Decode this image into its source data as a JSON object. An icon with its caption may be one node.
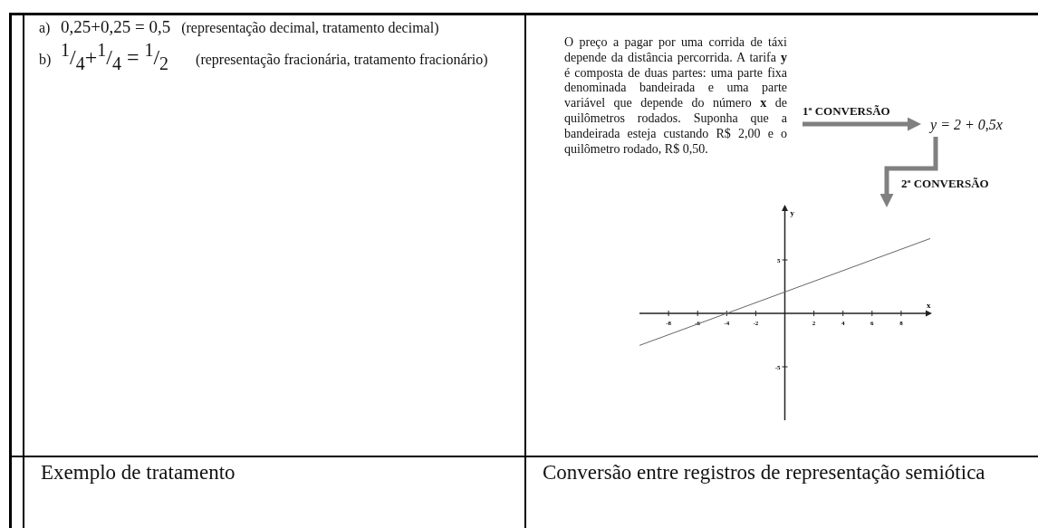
{
  "diagram": {
    "nodes": [
      {
        "text": [
          "O preço a pagar por uma corrida de táxi depende da distância percorrida. A tarifa **y** é composta de duas partes: uma parte fixa denominada bandeirada e uma parte variável que depende do número **x** de quilômetros rodados. Suponha que a bandeirada esteja custando R$ 2,00 e o quilômetro rodado, R$ 0,50."
        ]
      },
      {
        "text": [
          "y = 2 + 0,5x"
        ]
      },
      {
        "text": [],
        "shape": "picture"
      }
    ],
    "edges": [
      {
        "from": 0,
        "to": 1,
        "arrow": "to",
        "label": "1ª CONVERSÃO"
      },
      {
        "from": 1,
        "to": 2,
        "arrow": "to",
        "label": "2ª CONVERSÃO"
      }
    ],
    "labels": [
      "a)",
      "0,25+0,25 = 0,5",
      "(representação decimal, tratamento decimal)",
      "b)",
      "$^{1}$/$_{4}$+$^{1}$/$_{4}$ = $^{1}$/$_{2}$",
      "(representação fracionária, tratamento fracionário)",
      "Exemplo de tratamento",
      "Conversão entre registros de representação semiótica"
    ],
    "chart_data": {
      "type": "line",
      "xlabel": "x",
      "ylabel": "y",
      "x": [
        -10,
        10
      ],
      "series": [
        {
          "values": [
            -3,
            7
          ]
        }
      ],
      "xlim": [
        -10,
        10
      ],
      "ylim": [
        -10,
        10
      ],
      "xticks": [
        -8,
        -6,
        -4,
        -2,
        2,
        4,
        6,
        8
      ],
      "yticks": [
        -5,
        5
      ]
    }
  }
}
